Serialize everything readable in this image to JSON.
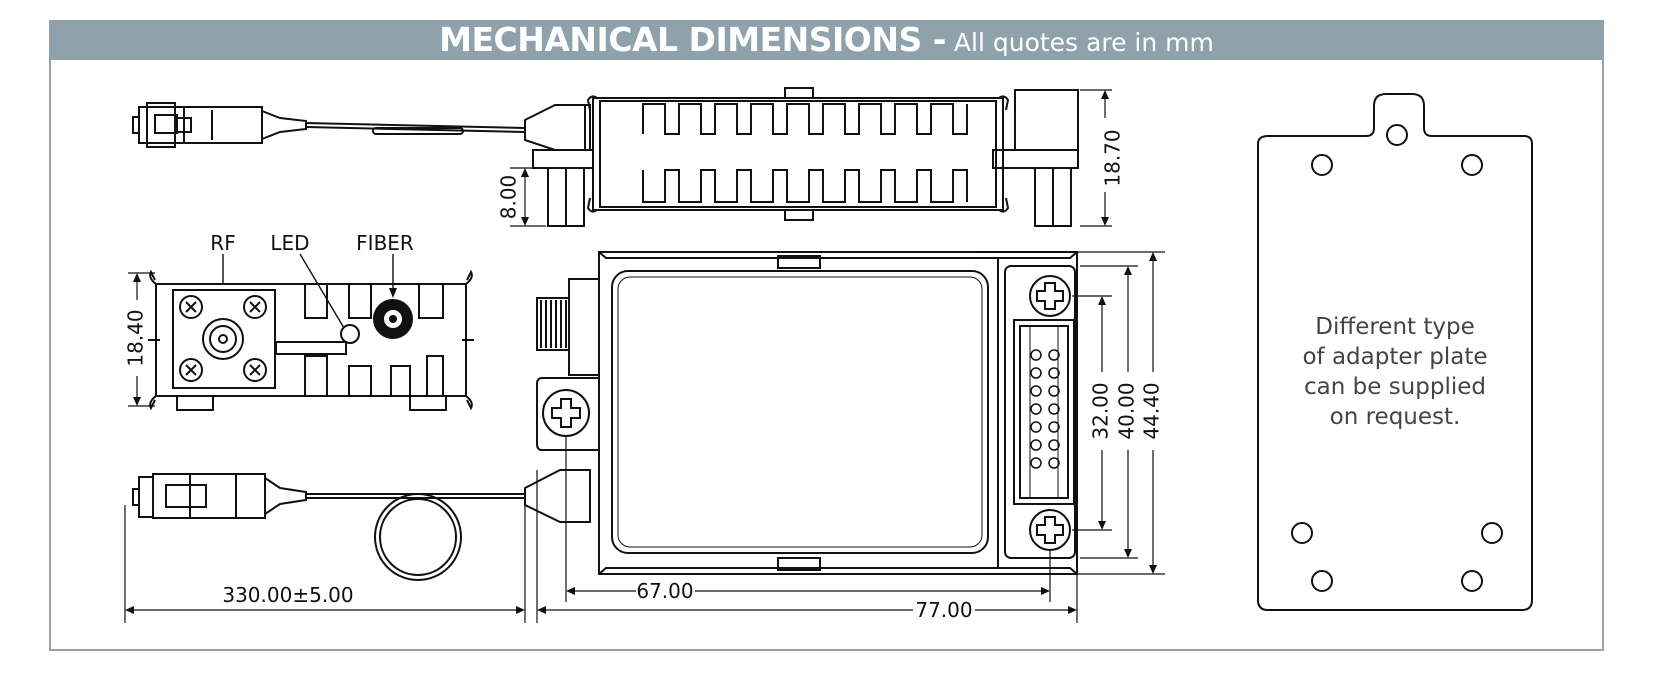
{
  "header": {
    "title": "MECHANICAL DIMENSIONS -",
    "subtitle": "All quotes are in mm"
  },
  "labels": {
    "rf": "RF",
    "led": "LED",
    "fiber": "FIBER"
  },
  "dimensions": {
    "side_height_small": "8.00",
    "side_height_total": "18.70",
    "front_height": "18.40",
    "hole_spacing": "32.00",
    "body_height": "40.00",
    "overall_height": "44.40",
    "cable_length": "330.00±5.00",
    "hole_distance": "67.00",
    "overall_length": "77.00"
  },
  "note": {
    "line1": "Different type",
    "line2": "of adapter plate",
    "line3": "can be supplied",
    "line4": "on request."
  }
}
